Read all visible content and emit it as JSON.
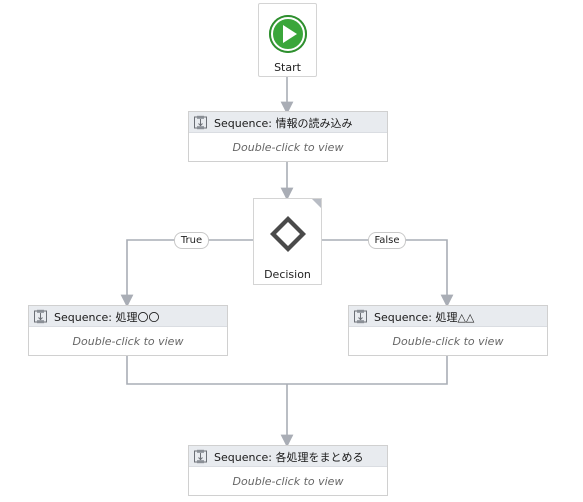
{
  "start": {
    "label": "Start"
  },
  "sequences": {
    "read": {
      "title": "Sequence: 情報の読み込み",
      "hint": "Double-click to view"
    },
    "proc_true": {
      "title": "Sequence: 処理〇〇",
      "hint": "Double-click to view"
    },
    "proc_false": {
      "title": "Sequence: 処理△△",
      "hint": "Double-click to view"
    },
    "summary": {
      "title": "Sequence: 各処理をまとめる",
      "hint": "Double-click to view"
    }
  },
  "decision": {
    "label": "Decision"
  },
  "branches": {
    "true_label": "True",
    "false_label": "False"
  },
  "colors": {
    "start_green": "#3aa63a",
    "connector": "#a9adb5",
    "header_bg": "#e8ebef"
  },
  "icons": {
    "start": "play-icon",
    "sequence": "sequence-icon",
    "decision": "diamond-icon"
  }
}
